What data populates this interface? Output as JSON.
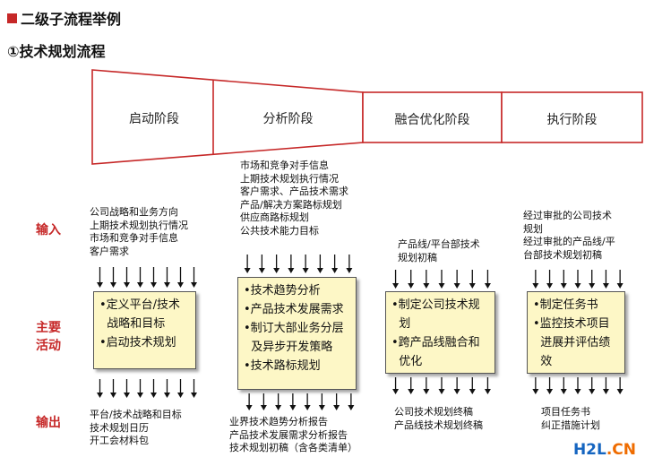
{
  "header": {
    "title": "二级子流程举例",
    "subtitle": "①技术规划流程"
  },
  "stages": [
    "启动阶段",
    "分析阶段",
    "融合优化阶段",
    "执行阶段"
  ],
  "row_labels": {
    "input": "输入",
    "activity_line1": "主要",
    "activity_line2": "活动",
    "output": "输出"
  },
  "columns": [
    {
      "inputs": [
        "公司战略和业务方向",
        "上期技术规划执行情况",
        "市场和竞争对手信息",
        "客户需求"
      ],
      "activities": [
        "•定义平台/技术",
        "  战略和目标",
        "•启动技术规划"
      ],
      "outputs": [
        "平台/技术战略和目标",
        "技术规划日历",
        "开工会材料包"
      ]
    },
    {
      "inputs": [
        "市场和竞争对手信息",
        "上期技术规划执行情况",
        "客户需求、产品技术需求",
        "产品/解决方案路标规划",
        "供应商路标规划",
        "公共技术能力目标"
      ],
      "activities": [
        "•技术趋势分析",
        "•产品技术发展需求",
        "•制订大部业务分层",
        "  及异步开发策略",
        "•技术路标规划"
      ],
      "outputs": [
        "业界技术趋势分析报告",
        "产品技术发展需求分析报告",
        "技术规划初稿（含各类清单）"
      ]
    },
    {
      "inputs": [
        "产品线/平台部技术",
        "规划初稿"
      ],
      "activities": [
        "•制定公司技术规",
        "  划",
        "•跨产品线融合和",
        "  优化"
      ],
      "outputs": [
        "公司技术规划终稿",
        "产品线技术规划终稿"
      ]
    },
    {
      "inputs": [
        "经过审批的公司技术",
        "规划",
        "经过审批的产品线/平",
        "台部技术规划初稿"
      ],
      "activities": [
        "•制定任务书",
        "•监控技术项目",
        "  进展并评估绩",
        "  效"
      ],
      "outputs": [
        "项目任务书",
        "纠正措施计划"
      ]
    }
  ],
  "watermark": {
    "part1": "H2L",
    "part2": ".CN"
  },
  "colors": {
    "accent_red": "#c62828",
    "activity_fill": "#fdf7c6",
    "stage_border": "#c62828"
  }
}
